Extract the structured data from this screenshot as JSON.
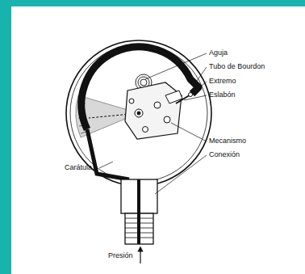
{
  "diagram": {
    "labels": [
      "Aguja",
      "Tubo de Bourdon",
      "Extremo",
      "Eslabón",
      "Mecanismo",
      "Conexión",
      "Carátula",
      "Presión"
    ]
  }
}
